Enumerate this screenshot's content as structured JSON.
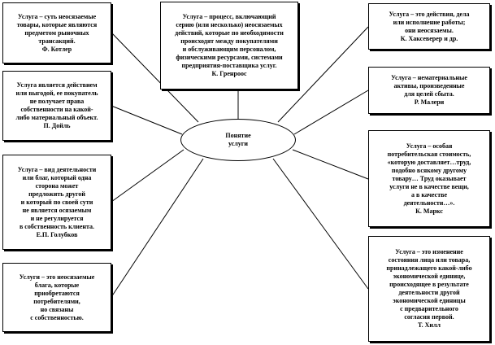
{
  "center_concept": {
    "lines": [
      "Понятие",
      "услуги"
    ]
  },
  "definitions": {
    "left_1": [
      "Услуга – суть неосязаемые",
      "товары, которые являются",
      "предметом рыночных",
      "трансакций.",
      "Ф. Котлер"
    ],
    "left_2": [
      "Услуга является действием",
      "или выгодой, ее покупатель",
      "не получает права",
      "собственности на какой-",
      "либо материальный объект.",
      "П. Дойль"
    ],
    "left_3": [
      "Услуга – вид деятельности",
      "или благ, который одна",
      "сторона может",
      "предложить другой",
      "и который по своей сути",
      "не является осязаемым",
      "и не регулируется",
      "в собственность клиента.",
      "Е.П. Голубков"
    ],
    "left_4": [
      "Услуги – это неосязаемые",
      "блага, которые",
      "приобретаются",
      "потребителями,",
      "но связаны",
      "с собственностью."
    ],
    "center_top": [
      "Услуга – процесс, включающий",
      "серию (или несколько) неосязаемых",
      "действий, которые по необходимости",
      "происходят между покупателями",
      "и обслуживающим персоналом,",
      "физическими ресурсами, системами",
      "предприятия-поставщика услуг.",
      "К. Гренроос"
    ],
    "right_1": [
      "Услуга – это действия, дела",
      "или исполнение работы;",
      "они неосязаемы.",
      "К. Хаксеверер и др."
    ],
    "right_2": [
      "Услуга – нематериальные",
      "активы, произведенные",
      "для целей сбыта.",
      "Р. Малери"
    ],
    "right_3": [
      "Услуга – особая",
      "потребительская стоимость,",
      "«которую доставляет…труд,",
      "подобно всякому другому",
      "товару… Труд оказывает",
      "услуги не в качестве вещи,",
      "а в качестве",
      "деятельности…».",
      "К. Маркс"
    ],
    "right_4": [
      "Услуга – это изменение",
      "состояния лица или товара,",
      "принадлежащего какой-либо",
      "экономической единице,",
      "происходящее в результате",
      "деятельности другой",
      "экономической единицы",
      "с предварительного",
      "согласия первой.",
      "Т. Хилл"
    ]
  }
}
